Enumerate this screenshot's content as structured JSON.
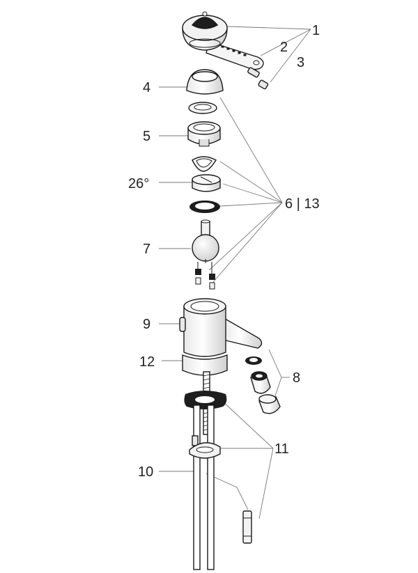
{
  "labels": {
    "p1": "1",
    "p2": "2",
    "p3": "3",
    "p4": "4",
    "p5": "5",
    "p26": "26°",
    "p613": "6 | 13",
    "p7": "7",
    "p8": "8",
    "p9": "9",
    "p10": "10",
    "p11": "11",
    "p12": "12"
  },
  "colors": {
    "ink": "#1a1a1a",
    "leader": "#777777",
    "fill_light": "#f3f3f3",
    "fill_mid": "#d9d9d9",
    "fill_dark": "#1e1e1e"
  }
}
